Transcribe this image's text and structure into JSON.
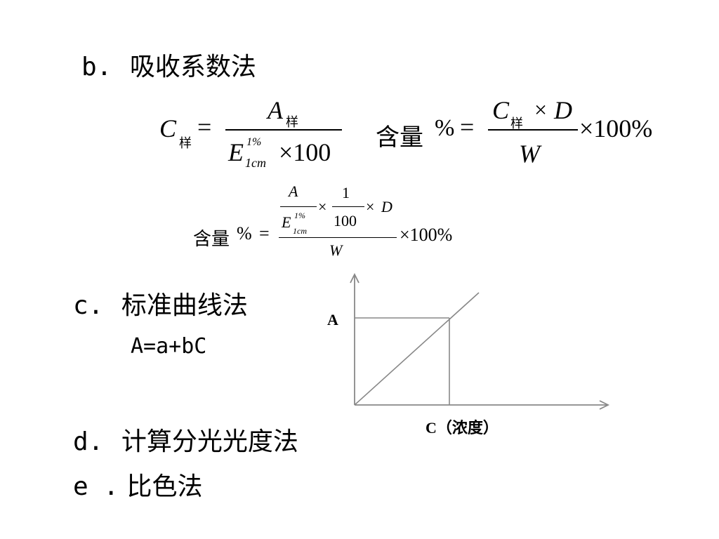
{
  "heading_b": {
    "mark": "b.",
    "title": "吸收系数法"
  },
  "formula1": {
    "lhs_var": "C",
    "lhs_sub": "样",
    "eq": "=",
    "num_var": "A",
    "num_sub": "样",
    "den_var": "E",
    "den_sup": "1%",
    "den_sub": "1cm",
    "den_times": "×100"
  },
  "formula2": {
    "lhs": "含量",
    "pct": "%",
    "eq": "=",
    "num_var": "C",
    "num_sub": "样",
    "num_times": "×",
    "num_var2": "D",
    "den_var": "W",
    "tail": "×100%"
  },
  "formula3": {
    "lhs": "含量",
    "pct": "%",
    "eq": "=",
    "a_var": "A",
    "e_var": "E",
    "e_sup": "1%",
    "e_sub": "1cm",
    "times1": "×",
    "one": "1",
    "hundred": "100",
    "times2": "×",
    "d_var": "D",
    "w_var": "W",
    "tail": "×100%"
  },
  "heading_c": {
    "mark": "c.",
    "title": "标准曲线法"
  },
  "equation_c": "A=a+bC",
  "graph": {
    "y_label": "A",
    "x_label": "C（浓度）"
  },
  "heading_d": {
    "mark": "d.",
    "title": "计算分光光度法"
  },
  "heading_e": {
    "mark": "e .",
    "title": "比色法"
  }
}
